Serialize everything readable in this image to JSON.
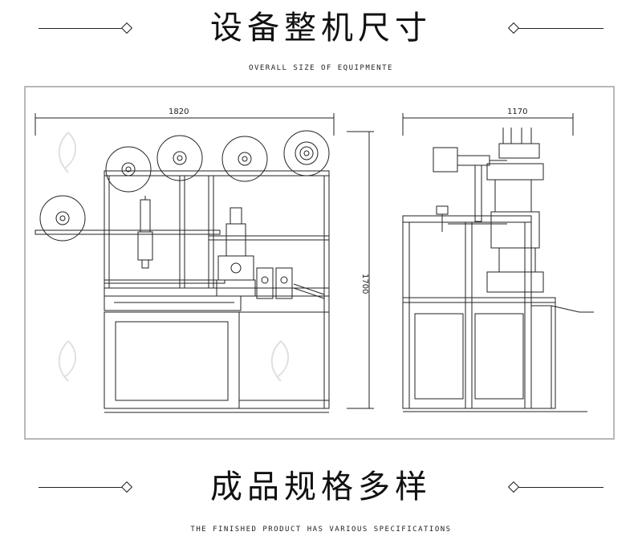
{
  "section1": {
    "title": "设备整机尺寸",
    "subtitle": "OVERALL SIZE OF EQUIPMENTE"
  },
  "drawing": {
    "front_width": "1820",
    "side_width": "1170",
    "height": "1700"
  },
  "section2": {
    "title": "成品规格多样",
    "subtitle": "THE FINISHED PRODUCT HAS VARIOUS SPECIFICATIONS"
  }
}
